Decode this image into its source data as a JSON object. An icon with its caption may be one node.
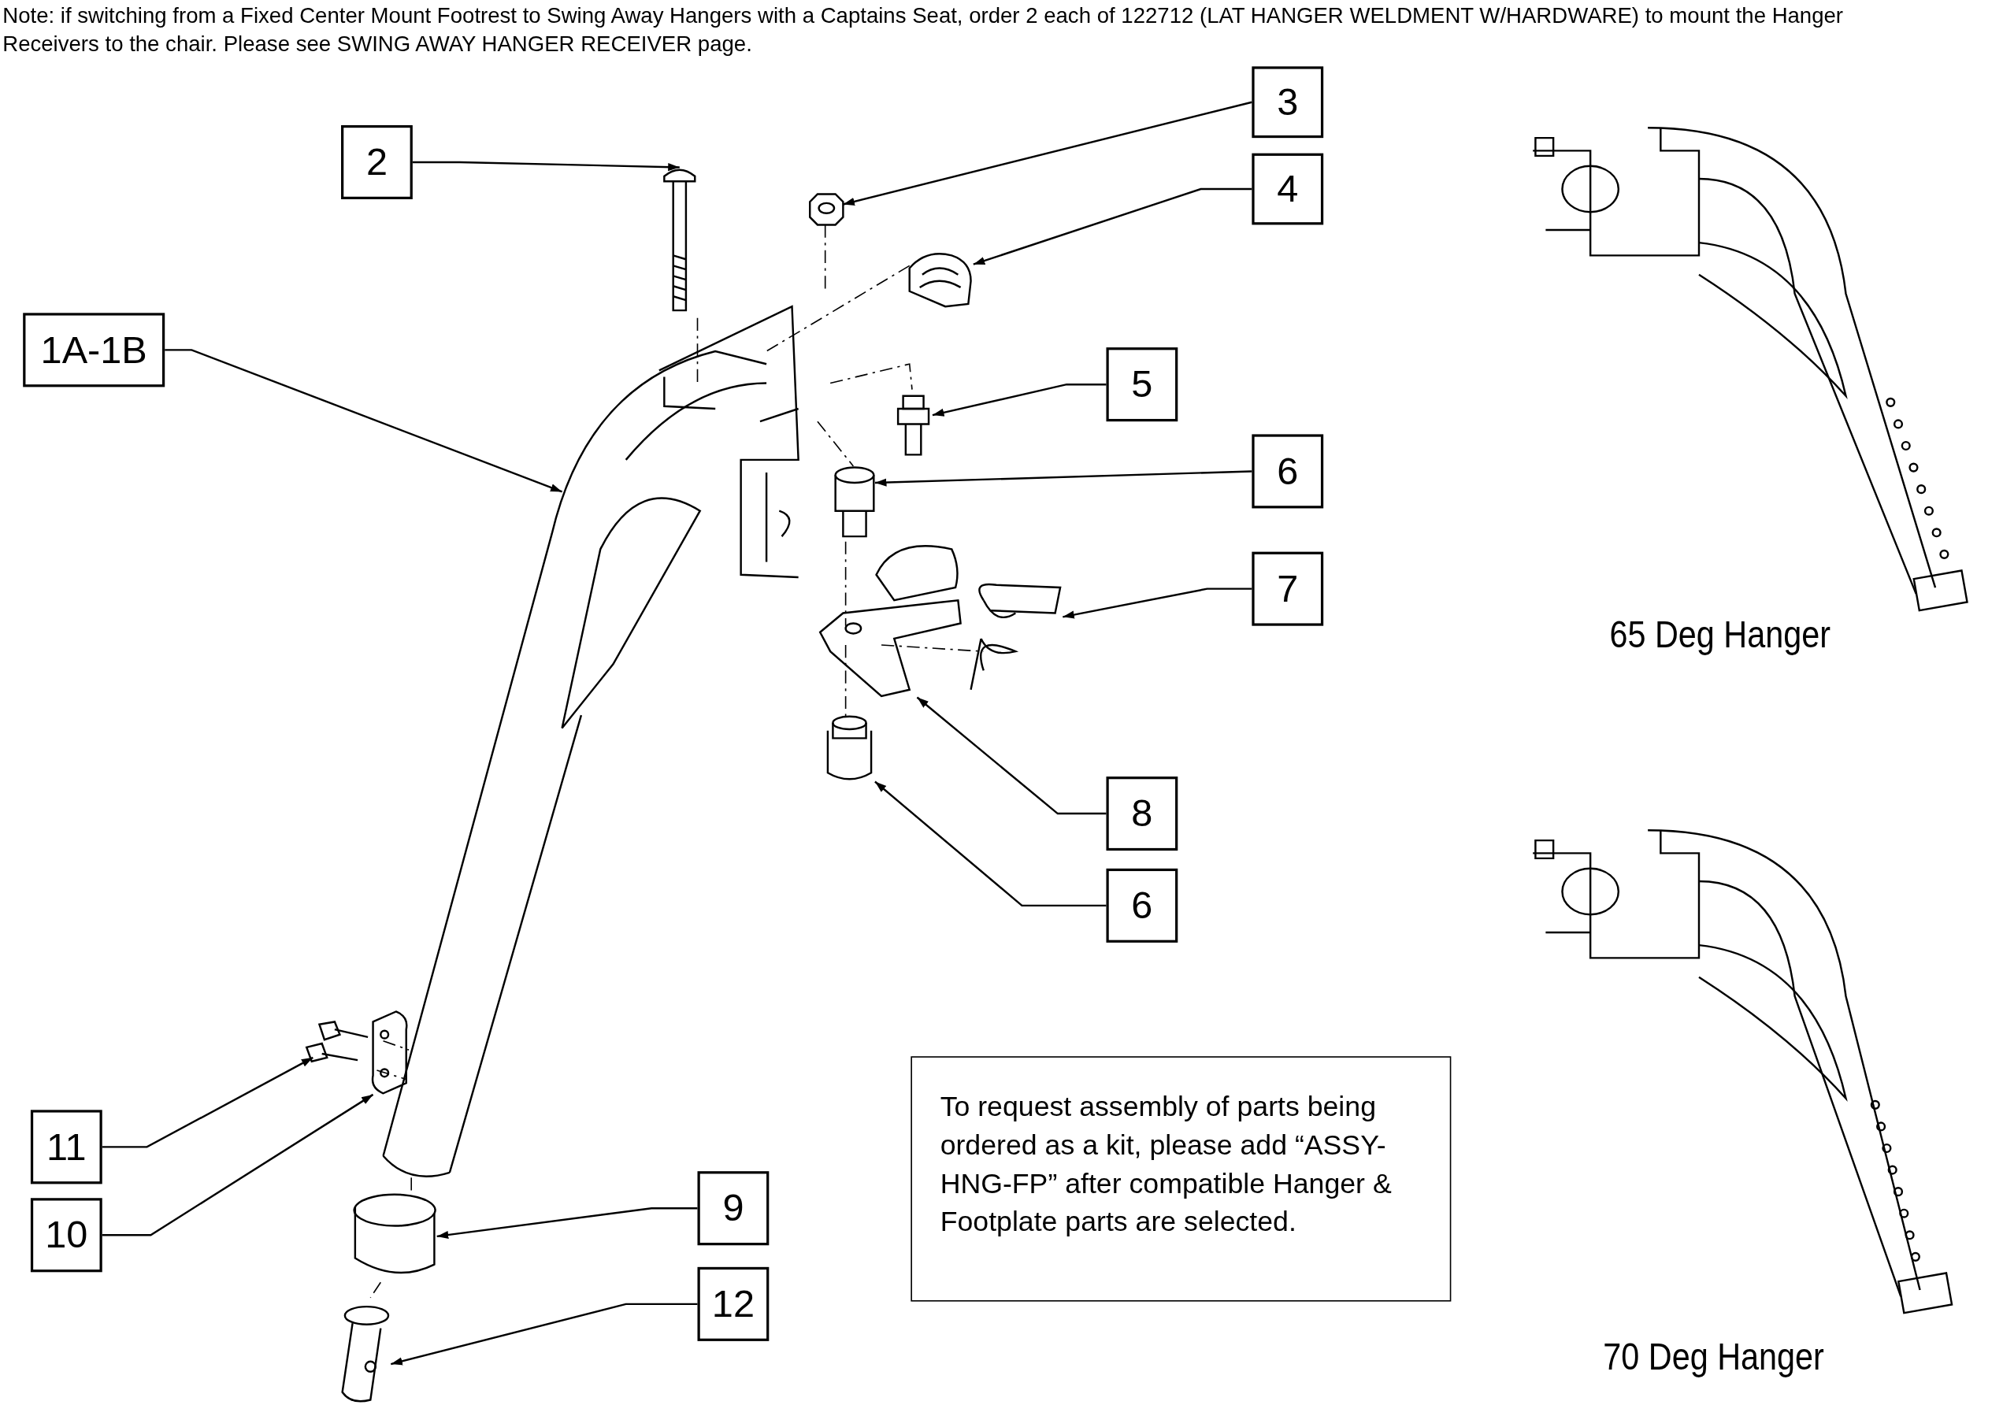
{
  "diagram": {
    "nodes": [
      {
        "text": [
          "3"
        ]
      },
      {
        "text": [
          "2"
        ]
      },
      {
        "text": [
          "4"
        ]
      },
      {
        "text": [
          "1A-1B"
        ]
      },
      {
        "text": [
          "5"
        ]
      },
      {
        "text": [
          "6"
        ]
      },
      {
        "text": [
          "7"
        ]
      },
      {
        "text": [
          "8"
        ]
      },
      {
        "text": [
          "6"
        ]
      },
      {
        "text": [
          "11"
        ]
      },
      {
        "text": [
          "9"
        ]
      },
      {
        "text": [
          "10"
        ]
      },
      {
        "text": [
          "12"
        ]
      },
      {
        "text": [],
        "shape": "picture"
      },
      {
        "text": [],
        "shape": "picture"
      },
      {
        "text": [],
        "shape": "picture"
      },
      {
        "text": [],
        "shape": "picture"
      },
      {
        "text": [],
        "shape": "picture"
      },
      {
        "text": [],
        "shape": "picture"
      },
      {
        "text": [],
        "shape": "picture"
      },
      {
        "text": [],
        "shape": "picture"
      },
      {
        "text": [],
        "shape": "picture"
      },
      {
        "text": [],
        "shape": "picture"
      },
      {
        "text": [],
        "shape": "picture"
      },
      {
        "text": [],
        "shape": "picture"
      },
      {
        "text": [],
        "shape": "picture"
      }
    ],
    "edges": [
      {
        "from": 0,
        "to": 13,
        "arrow": "to"
      },
      {
        "from": 1,
        "to": 14,
        "arrow": "to"
      },
      {
        "from": 2,
        "to": 15,
        "arrow": "to"
      },
      {
        "from": 3,
        "to": 16,
        "arrow": "to"
      },
      {
        "from": 4,
        "to": 17,
        "arrow": "to"
      },
      {
        "from": 5,
        "to": 18,
        "arrow": "to"
      },
      {
        "from": 6,
        "to": 19,
        "arrow": "to"
      },
      {
        "from": 7,
        "to": 20,
        "arrow": "to"
      },
      {
        "from": 8,
        "to": 21,
        "arrow": "to"
      },
      {
        "from": 9,
        "to": 22,
        "arrow": "to"
      },
      {
        "from": 10,
        "to": 23,
        "arrow": "to"
      },
      {
        "from": 11,
        "to": 24,
        "arrow": "to"
      },
      {
        "from": 12,
        "to": 25,
        "arrow": "to"
      },
      {
        "from": 14,
        "to": 16,
        "arrow": "none",
        "style": "dashed"
      },
      {
        "from": 15,
        "to": 16,
        "arrow": "none",
        "style": "dashed"
      },
      {
        "from": 18,
        "to": 20,
        "arrow": "none",
        "style": "dashed"
      },
      {
        "from": 20,
        "to": 19,
        "arrow": "none",
        "style": "dashed"
      },
      {
        "from": 20,
        "to": 21,
        "arrow": "none",
        "style": "dashed"
      },
      {
        "from": 16,
        "to": 23,
        "arrow": "none",
        "style": "dashed"
      },
      {
        "from": 23,
        "to": 25,
        "arrow": "none",
        "style": "dashed"
      }
    ],
    "labels": [
      "Note: if switching from a Fixed Center Mount Footrest to Swing Away Hangers with a Captains Seat, order 2 each of 122712 (LAT HANGER WELDMENT W/HARDWARE) to mount the Hanger Receivers to the chair. Please see SWING AWAY HANGER RECEIVER page.",
      "To request assembly of parts being ordered as a kit, please add “ASSY-HNG-FP” after compatible Hanger & Footplate parts are selected.",
      "65 Deg Hanger",
      "70 Deg Hanger"
    ]
  }
}
